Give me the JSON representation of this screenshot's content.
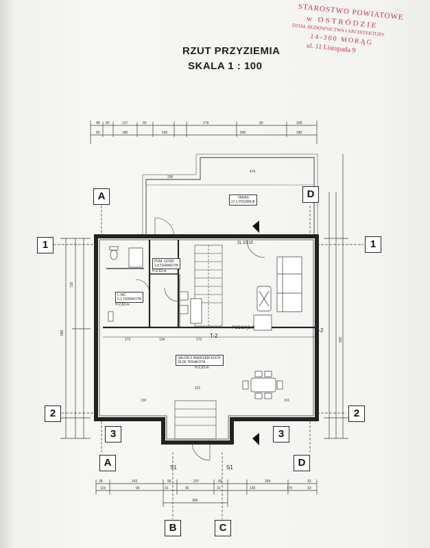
{
  "title": "RZUT PRZYZIEMIA",
  "subtitle": "SKALA 1 : 100",
  "stamp": {
    "line1": "STAROSTWO POWIATOWE",
    "line2": "w OSTRÓDZIE",
    "line3": "DZIAŁ BUDOWNICTWA I ARCHITEKTURY",
    "line4": "14-300 MORĄG",
    "line5": "ul. 11 Listopada 9"
  },
  "grid_axes": {
    "A_top": "A",
    "D_top": "D",
    "one_left": "1",
    "one_right": "1",
    "two_left": "2",
    "two_right": "2",
    "three_left": "3",
    "three_right": "3",
    "A_bottom": "A",
    "D_bottom": "D",
    "B_bottom": "B",
    "C_bottom": "C"
  },
  "rooms": {
    "taras_name": "TARAS",
    "taras_area": "17,1",
    "taras_finish": "POLBRUK",
    "wc_name": "L-WC",
    "wc_area": "5,1",
    "wc_finish": "TERAKOTA",
    "wc_height": "H-2,63 m",
    "pom_name": "POM. GOSP.",
    "pom_area": "2,8",
    "pom_finish": "TERAKOTA",
    "pom_height": "H-2,63 m",
    "salon_name": "SALON Z ANEKSEM KUCH.",
    "salon_area": "39,96",
    "salon_finish": "TERAKOTA",
    "salon_height": "H-2,63 m"
  },
  "labels": {
    "podciag": "PODCIĄG P",
    "section_top": "T-2",
    "section_right": "T-2",
    "door_top": "2L 1/210",
    "s1_left": "S1",
    "s1_right": "S1"
  },
  "dims": {
    "top_row1": [
      "48",
      "90",
      "137",
      "90",
      "278",
      "90",
      "158"
    ],
    "top_row2": [
      "90",
      "180",
      "195",
      "690",
      "180"
    ],
    "taras_width": "470",
    "taras_depth": "200",
    "inner_top": [
      "172",
      "134",
      "173"
    ],
    "bottom_row1": [
      "28",
      "243",
      "90",
      "207",
      "90",
      "264",
      "33"
    ],
    "bottom_row2": [
      "119",
      "90",
      "31",
      "90",
      "31",
      "130",
      "170",
      "33"
    ],
    "bottom_total": "366",
    "left_total": "885",
    "right_total": "530",
    "mid_left": "730",
    "front_width": "221",
    "front_left": "130",
    "front_right": "151"
  }
}
